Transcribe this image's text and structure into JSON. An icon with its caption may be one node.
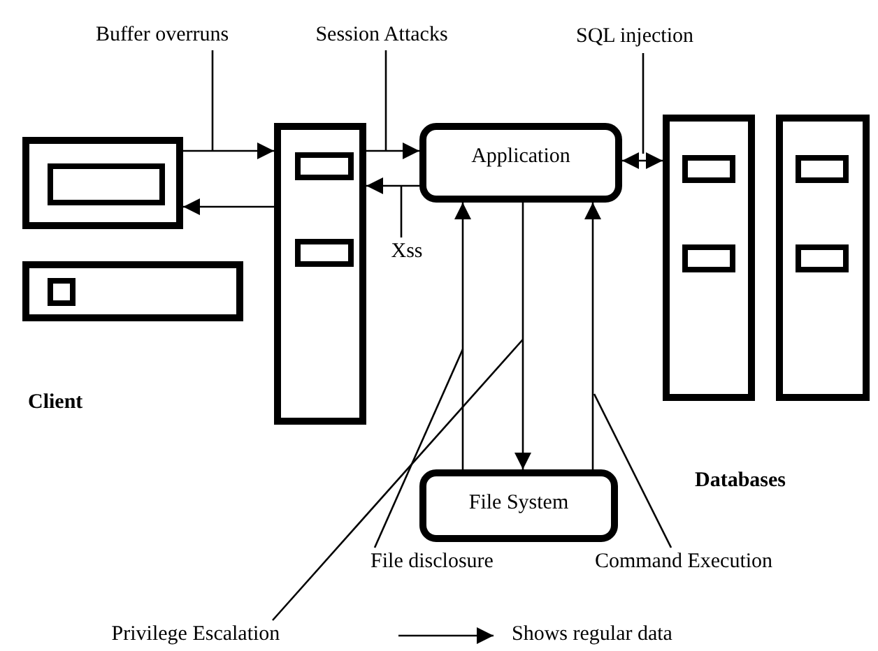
{
  "diagram": {
    "nodes": [
      {
        "text": [],
        "shape": "box"
      },
      {
        "text": [],
        "shape": "box"
      },
      {
        "text": [],
        "shape": "box"
      },
      {
        "text": [
          "Application"
        ]
      },
      {
        "text": [],
        "shape": "box"
      },
      {
        "text": [],
        "shape": "box"
      },
      {
        "text": [
          "File System"
        ]
      },
      {
        "text": [
          "Buffer overruns"
        ]
      },
      {
        "text": [
          "Session Attacks"
        ]
      },
      {
        "text": [
          "SQL injection"
        ]
      },
      {
        "text": [
          "Xss"
        ]
      },
      {
        "text": [
          "File disclosure"
        ]
      },
      {
        "text": [
          "Command Execution"
        ]
      },
      {
        "text": [
          "Privilege Escalation"
        ]
      }
    ],
    "edges": [
      {
        "from": 0,
        "to": 2,
        "arrow": "to"
      },
      {
        "from": 2,
        "to": 0,
        "arrow": "to"
      },
      {
        "from": 2,
        "to": 3,
        "arrow": "to"
      },
      {
        "from": 3,
        "to": 2,
        "arrow": "to"
      },
      {
        "from": 3,
        "to": 4,
        "arrow": "both"
      },
      {
        "from": 3,
        "to": 6,
        "arrow": "to"
      },
      {
        "from": 6,
        "to": 3,
        "arrow": "to"
      },
      {
        "from": 6,
        "to": 3,
        "arrow": "to"
      },
      {
        "from": 7,
        "to": null,
        "arrow": "none"
      },
      {
        "from": 8,
        "to": null,
        "arrow": "none"
      },
      {
        "from": 9,
        "to": null,
        "arrow": "none"
      },
      {
        "from": 10,
        "to": null,
        "arrow": "none"
      },
      {
        "from": 11,
        "to": null,
        "arrow": "none"
      },
      {
        "from": 12,
        "to": null,
        "arrow": "none"
      },
      {
        "from": 13,
        "to": null,
        "arrow": "none"
      }
    ],
    "labels": [
      "Client",
      "Databases"
    ],
    "legend": [
      {
        "text": "Shows regular data"
      }
    ]
  }
}
